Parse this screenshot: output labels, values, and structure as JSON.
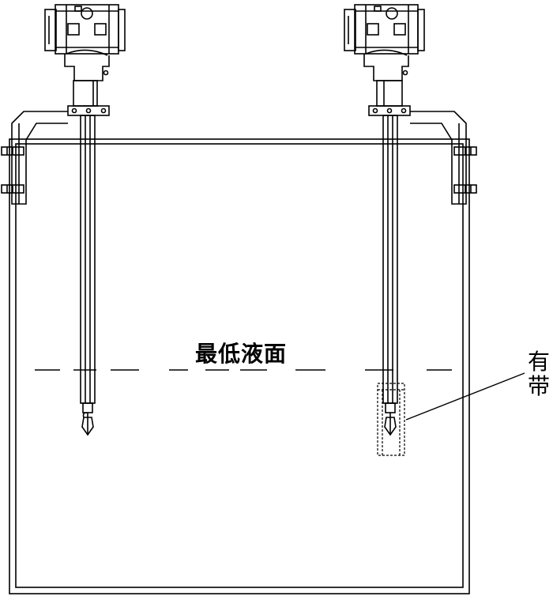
{
  "labels": {
    "min_liquid_level": "最低液面",
    "side_note_line1": "有",
    "side_note_line2": "带"
  },
  "colors": {
    "line": "#000000",
    "background": "#ffffff"
  }
}
